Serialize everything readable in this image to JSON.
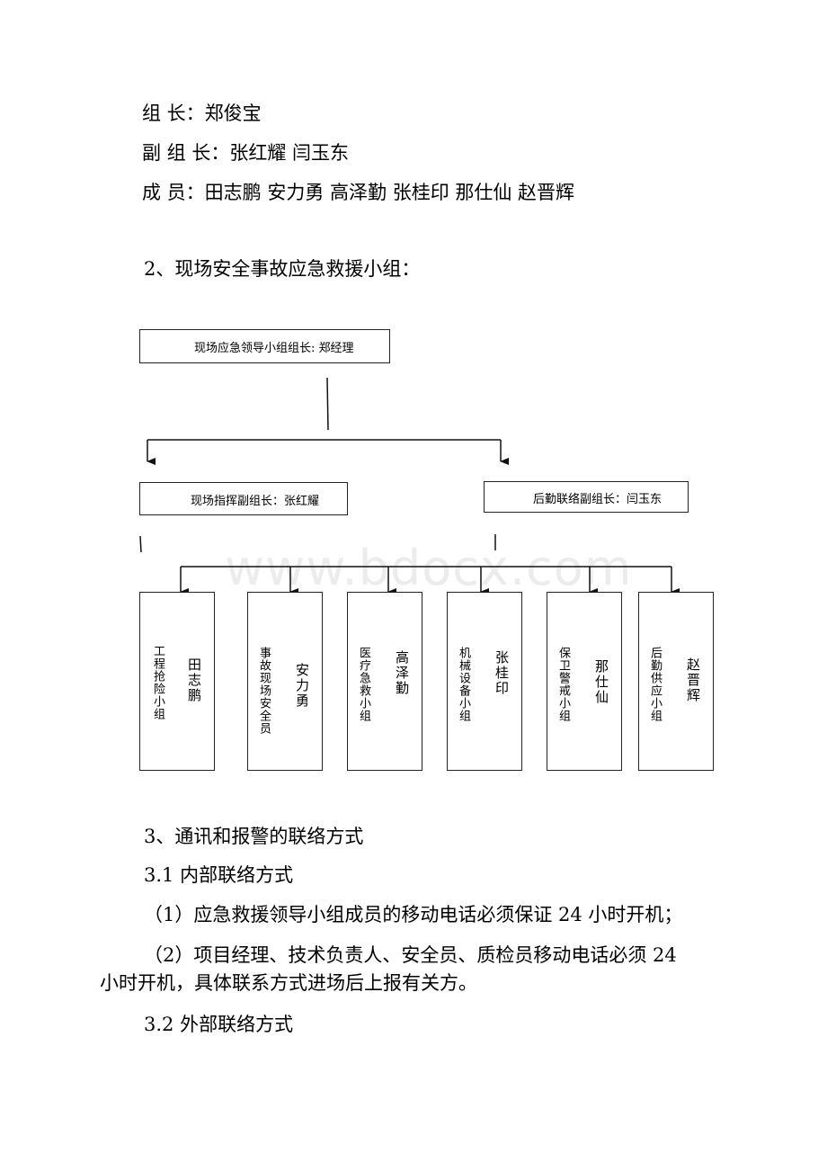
{
  "team_top": {
    "leader": "组 长：郑俊宝",
    "deputy": "副 组 长：张红耀 闫玉东",
    "members": "成 员：田志鹏 安力勇 高泽勤 张桂印 那仕仙 赵晋辉"
  },
  "section2_heading": "2、现场安全事故应急救援小组：",
  "org_chart": {
    "leader_box": "现场应急领导小组组长: 郑经理",
    "deputy_left": "现场指挥副组长：张红耀",
    "deputy_right": "后勤联络副组长：闫玉东",
    "teams": [
      {
        "name": "工程抢险小组",
        "person": "田志鹏"
      },
      {
        "name": "事故现场安全员",
        "person": "安力勇"
      },
      {
        "name": "医疗急救小组",
        "person": "高泽勤"
      },
      {
        "name": "机械设备小组",
        "person": "张桂印"
      },
      {
        "name": "保卫警戒小组",
        "person": "那仕仙"
      },
      {
        "name": "后勤供应小组",
        "person": "赵晋辉"
      }
    ]
  },
  "watermark": "www.bdocx.com",
  "section3": {
    "heading": "3、通讯和报警的联络方式",
    "sub1": "3.1 内部联络方式",
    "item1": "（1）应急救援领导小组成员的移动电话必须保证 24 小时开机；",
    "item2_line1": "（2）项目经理、技术负责人、安全员、质检员移动电话必须 24",
    "item2_line2": "小时开机，具体联系方式进场后上报有关方。",
    "sub2": "3.2 外部联络方式"
  }
}
